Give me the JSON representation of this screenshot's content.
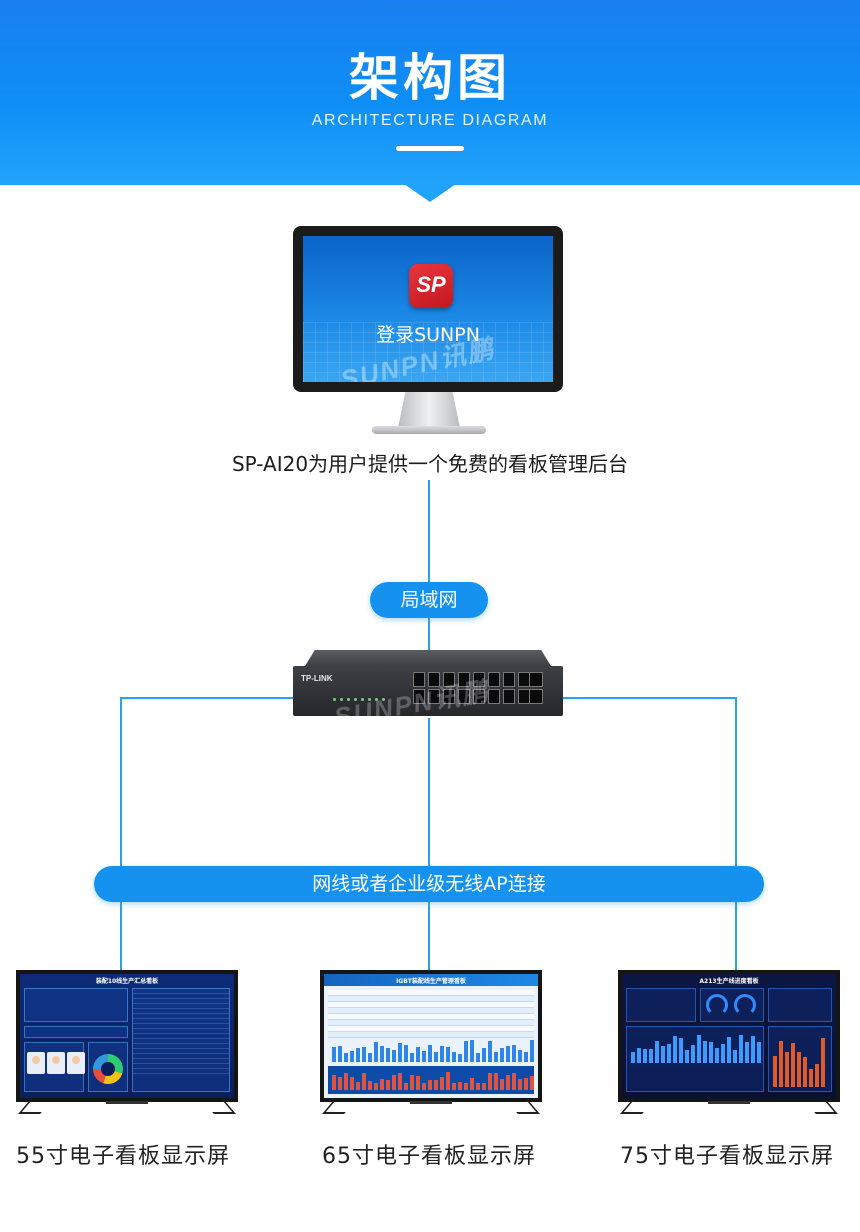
{
  "header": {
    "title": "架构图",
    "subtitle": "ARCHITECTURE DIAGRAM"
  },
  "monitor": {
    "logo_text": "SP",
    "login_text": "登录SUNPN",
    "watermark": "SUNPN讯鹏",
    "caption": "SP-AI20为用户提供一个免费的看板管理后台"
  },
  "network": {
    "lan_label": "局域网",
    "switch_brand": "TP-LINK",
    "switch_watermark": "SUNPN讯鹏",
    "connection_label": "网线或者企业级无线AP连接"
  },
  "screens": [
    {
      "title": "装配10线生产汇总看板",
      "caption": "55寸电子看板显示屏"
    },
    {
      "title": "IGBT装配线生产管理看板",
      "caption": "65寸电子看板显示屏"
    },
    {
      "title": "A213生产线进度看板",
      "caption": "75寸电子看板显示屏"
    }
  ],
  "colors": {
    "banner": "#1a7ff0",
    "line": "#2aa0ee",
    "pill": "#1591f0",
    "logo": "#d9232b"
  }
}
